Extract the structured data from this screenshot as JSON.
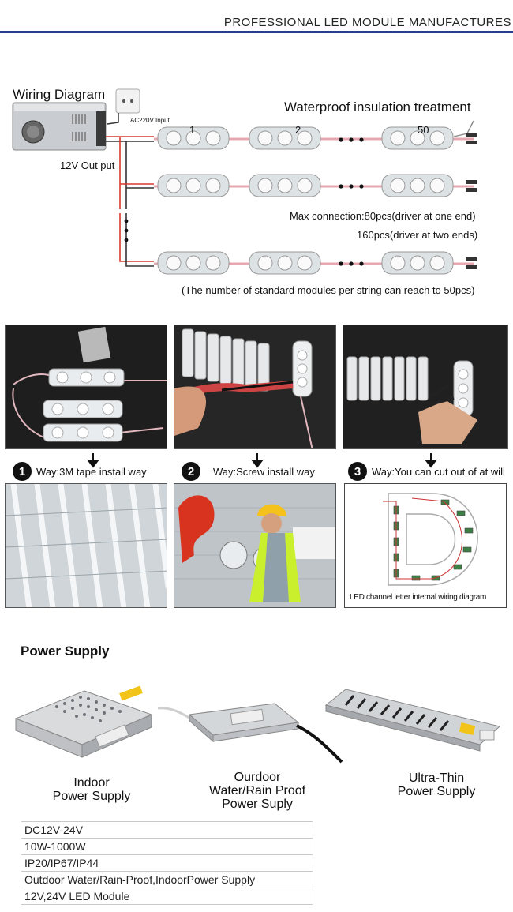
{
  "header": {
    "title": "PROFESSIONAL LED MODULE MANUFACTURES"
  },
  "wiring": {
    "title": "Wiring Diagram",
    "ac_input": "AC220V Input",
    "out_put": "12V Out put",
    "waterproof": "Waterproof insulation treatment",
    "numbers": [
      "1",
      "2",
      "50"
    ],
    "max_connection": "Max connection:80pcs(driver at one end)",
    "two_ends": "160pcs(driver at two ends)",
    "note": "(The number of standard modules per string can reach to 50pcs)"
  },
  "steps": [
    {
      "num": "1",
      "label": "Way:3M tape install way"
    },
    {
      "num": "2",
      "label": "Way:Screw install way"
    },
    {
      "num": "3",
      "label": "Way:You can cut out of at will"
    }
  ],
  "photo_texts": {
    "channel_letter_caption": "LED channel letter internal wiring diagram"
  },
  "power_supply": {
    "title": "Power Supply",
    "products": [
      {
        "line1": "Indoor",
        "line2": "Power Supply",
        "line3": ""
      },
      {
        "line1": "Ourdoor",
        "line2": "Water/Rain Proof",
        "line3": "Power Suply"
      },
      {
        "line1": "Ultra-Thin",
        "line2": "Power Supply",
        "line3": ""
      }
    ]
  },
  "specs": [
    "DC12V-24V",
    "10W-1000W",
    "IP20/IP67/IP44",
    "Outdoor Water/Rain-Proof,IndoorPower Supply",
    "12V,24V LED Module"
  ],
  "colors": {
    "accent_rule": "#243f8f",
    "wire_red": "#d9382f",
    "wire_pink": "#e7a7b1"
  }
}
